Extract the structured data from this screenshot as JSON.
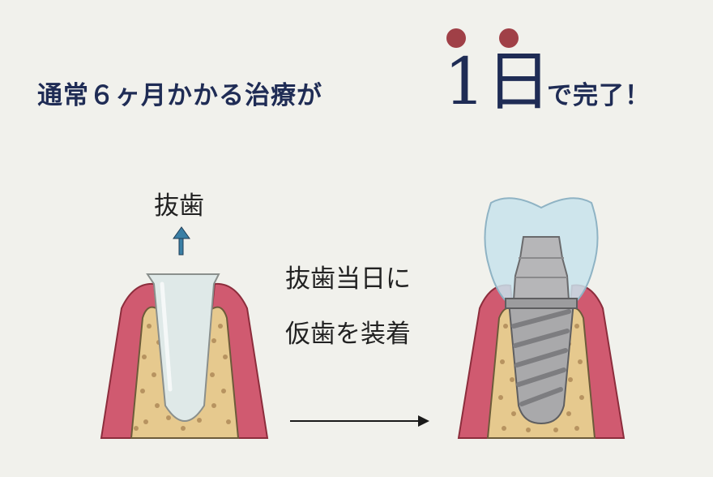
{
  "headline": {
    "prefix": "通常６ヶ月かかる治療が",
    "number": "1",
    "unit": "日",
    "suffix": "で完了！",
    "accent_color": "#a04047",
    "text_color": "#1f2c55"
  },
  "labels": {
    "extraction": "抜歯",
    "same_day_line1": "抜歯当日に",
    "same_day_line2": "仮歯を装着"
  },
  "colors": {
    "background": "#f1f1ec",
    "gum": "#d05a70",
    "bone": "#e6c98e",
    "tooth": "#dfe9e8",
    "crown": "#c8e3ec",
    "implant": "#a9a9ab"
  }
}
